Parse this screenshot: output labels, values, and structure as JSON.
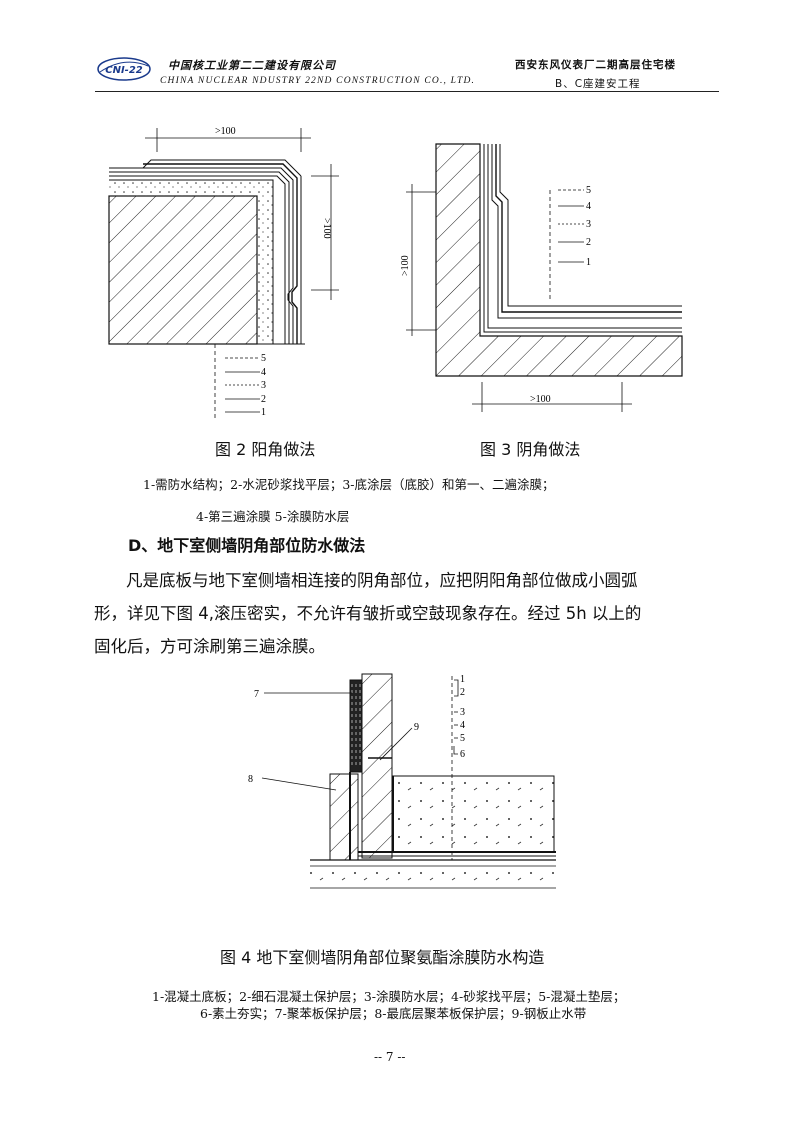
{
  "header": {
    "logo_text": "CNI-22",
    "company_cn": "中国核工业第二二建设有限公司",
    "company_en": "CHINA NUCLEAR NDUSTRY 22ND CONSTRUCTION CO., LTD.",
    "project_line1": "西安东风仪表厂二期高层住宅楼",
    "project_line2": "B、C座建安工程"
  },
  "fig2": {
    "dim_top": ">100",
    "dim_side": ">100",
    "labels": [
      "5",
      "4",
      "3",
      "2",
      "1"
    ],
    "caption": "图 2 阳角做法"
  },
  "fig3": {
    "dim_side": ">100",
    "dim_bottom": ">100",
    "labels": [
      "5",
      "4",
      "3",
      "2",
      "1"
    ],
    "caption": "图 3 阴角做法"
  },
  "legend_a": {
    "line1": "1-需防水结构；2-水泥砂浆找平层；3-底涂层（底胶）和第一、二遍涂膜；",
    "line2": "4-第三遍涂膜   5-涂膜防水层"
  },
  "section": {
    "heading": "D、地下室侧墙阴角部位防水做法",
    "para1": "凡是底板与地下室侧墙相连接的阴角部位，应把阴阳角部位做成小圆弧",
    "para2": "形，详见下图 4,滚压密实，不允许有皱折或空鼓现象存在。经过 5h 以上的",
    "para3": "固化后，方可涂刷第三遍涂膜。"
  },
  "fig4": {
    "labels_right": [
      "1",
      "2",
      "3",
      "4",
      "5",
      "6"
    ],
    "label_7": "7",
    "label_8": "8",
    "label_9": "9",
    "caption": "图 4 地下室侧墙阴角部位聚氨酯涂膜防水构造"
  },
  "legend_b": {
    "line1": "1-混凝土底板；2-细石混凝土保护层；3-涂膜防水层；4-砂浆找平层；5-混凝土垫层；",
    "line2": "6-素土夯实；7-聚苯板保护层；8-最底层聚苯板保护层；9-钢板止水带"
  },
  "page_number": "-- 7 --"
}
